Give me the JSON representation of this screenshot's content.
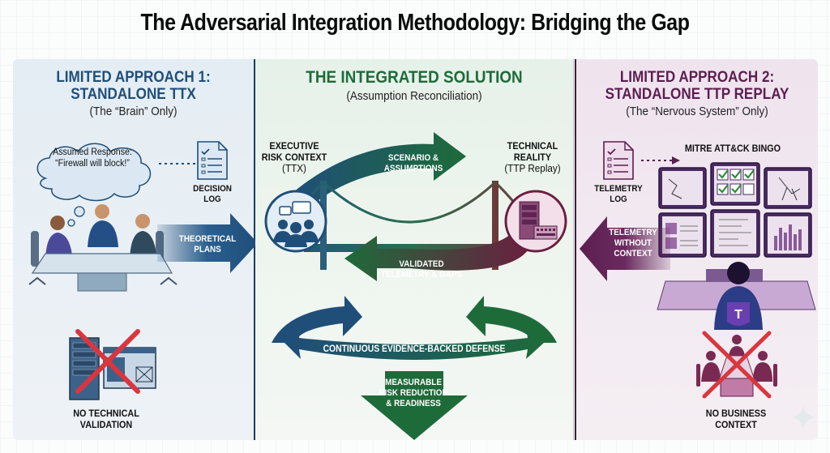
{
  "title": "The Adversarial Integration Methodology: Bridging the Gap",
  "colors": {
    "blue": "#1f4e79",
    "green": "#1e6b3a",
    "purple": "#5b1f4f",
    "red": "#d9363e"
  },
  "left_panel": {
    "heading_line1": "LIMITED APPROACH 1:",
    "heading_line2": "STANDALONE TTX",
    "subheading": "(The “Brain” Only)",
    "thought_line1": "Assumed Response:",
    "thought_line2": "“Firewall will block!”",
    "decision_log_line1": "DECISION",
    "decision_log_line2": "LOG",
    "arrow_line1": "THEORETICAL",
    "arrow_line2": "PLANS",
    "missing_line1": "NO TECHNICAL",
    "missing_line2": "VALIDATION"
  },
  "middle_panel": {
    "heading": "THE INTEGRATED SOLUTION",
    "subheading": "(Assumption Reconciliation)",
    "left_node_line1": "EXECUTIVE",
    "left_node_line2": "RISK CONTEXT",
    "left_node_line3": "(TTX)",
    "right_node_line1": "TECHNICAL",
    "right_node_line2": "REALITY",
    "right_node_line3": "(TTP Replay)",
    "top_arrow_line1": "SCENARIO &",
    "top_arrow_line2": "ASSUMPTIONS",
    "return_arrow_line1": "VALIDATED",
    "return_arrow_line2": "TELEMETRY & GAPS",
    "cycle_label": "CONTINUOUS EVIDENCE-BACKED DEFENSE",
    "outcome_line1": "MEASURABLE",
    "outcome_line2": "RISK REDUCTION",
    "outcome_line3": "& READINESS"
  },
  "right_panel": {
    "heading_line1": "LIMITED APPROACH 2:",
    "heading_line2": "STANDALONE TTP REPLAY",
    "subheading": "(The “Nervous System” Only)",
    "bingo_label": "MITRE ATT&CK BINGO",
    "telemetry_log_line1": "TELEMETRY",
    "telemetry_log_line2": "LOG",
    "arrow_line1": "TELEMETRY",
    "arrow_line2": "WITHOUT",
    "arrow_line3": "CONTEXT",
    "missing_line1": "NO BUSINESS",
    "missing_line2": "CONTEXT",
    "bingo_checks": [
      true,
      true,
      true,
      true,
      true,
      false
    ]
  }
}
